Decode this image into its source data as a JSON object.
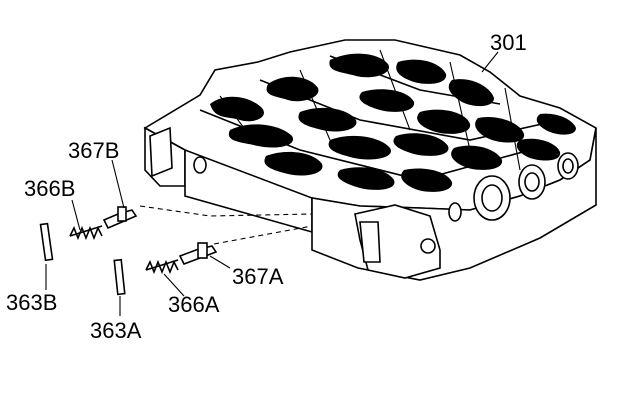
{
  "callouts": {
    "valve_body": "301",
    "pin_b": "363B",
    "spring_b": "366B",
    "valve_b": "367B",
    "pin_a": "363A",
    "spring_a": "366A",
    "valve_a": "367A"
  }
}
